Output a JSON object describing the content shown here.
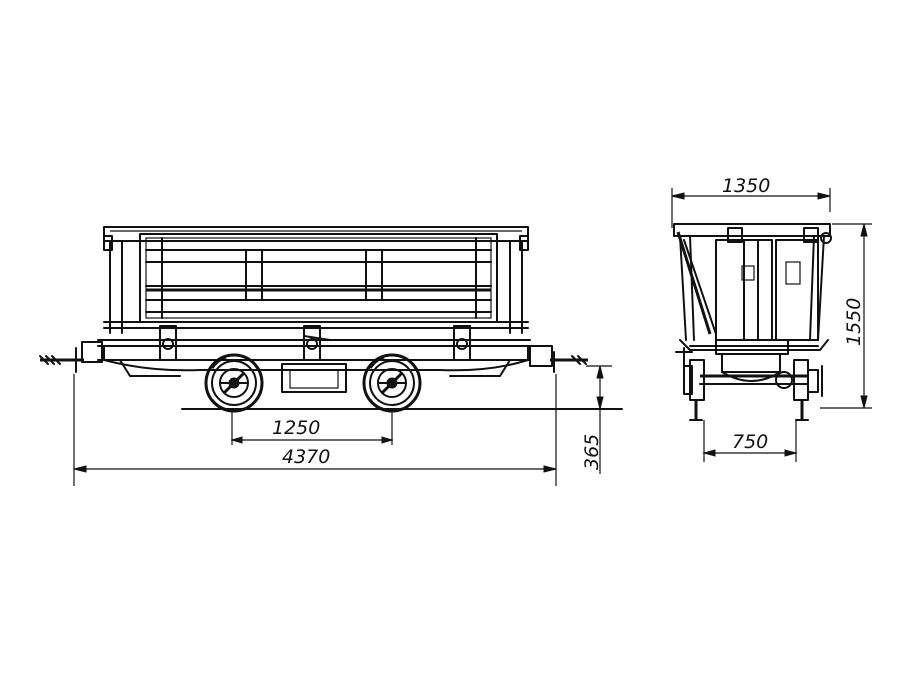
{
  "drawing": {
    "side_view": {
      "wheelbase_label": "1250",
      "overall_length_label": "4370",
      "buffer_height_label": "365"
    },
    "end_view": {
      "width_label": "1350",
      "height_label": "1550",
      "gauge_label": "750"
    }
  }
}
